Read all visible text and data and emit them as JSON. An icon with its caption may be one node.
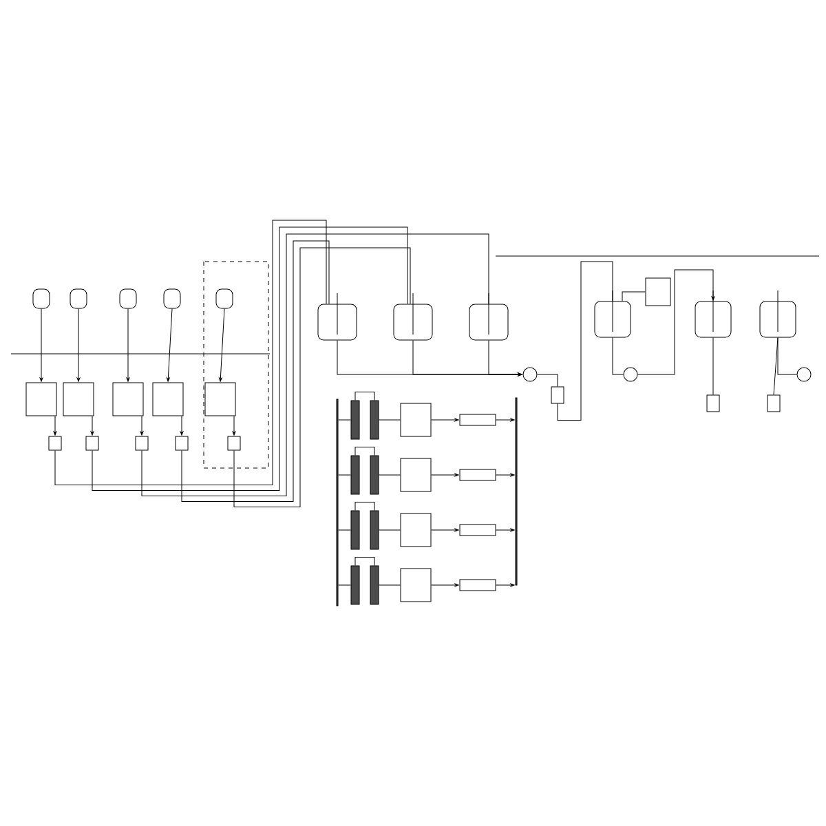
{
  "diagram": {
    "nodes": [
      {
        "text": [],
        "shape": "cylinder"
      },
      {
        "text": [],
        "shape": "cylinder"
      },
      {
        "text": [],
        "shape": "cylinder"
      },
      {
        "text": [],
        "shape": "cylinder"
      },
      {
        "text": [],
        "shape": "cylinder"
      },
      {
        "text": [],
        "shape": "box"
      },
      {
        "text": [],
        "shape": "box"
      },
      {
        "text": [],
        "shape": "box"
      },
      {
        "text": [],
        "shape": "box"
      },
      {
        "text": [],
        "shape": "box"
      },
      {
        "text": [],
        "shape": "box"
      },
      {
        "text": [],
        "shape": "box"
      },
      {
        "text": [],
        "shape": "box"
      },
      {
        "text": [],
        "shape": "box"
      },
      {
        "text": [],
        "shape": "box"
      },
      {
        "text": [],
        "shape": "cylinder"
      },
      {
        "text": [],
        "shape": "cylinder"
      },
      {
        "text": [],
        "shape": "cylinder"
      },
      {
        "text": [],
        "shape": "circle"
      },
      {
        "text": [],
        "shape": "box"
      },
      {
        "text": [],
        "shape": "cylinder"
      },
      {
        "text": [],
        "shape": "box"
      },
      {
        "text": [],
        "shape": "circle"
      },
      {
        "text": [],
        "shape": "cylinder"
      },
      {
        "text": [],
        "shape": "cylinder"
      },
      {
        "text": [],
        "shape": "circle"
      },
      {
        "text": [],
        "shape": "box"
      },
      {
        "text": [],
        "shape": "box"
      },
      {
        "text": [],
        "shape": "bar"
      },
      {
        "text": [],
        "shape": "bar"
      },
      {
        "text": [],
        "shape": "bar"
      },
      {
        "text": [],
        "shape": "bar"
      },
      {
        "text": [],
        "shape": "bar"
      },
      {
        "text": [],
        "shape": "bar"
      },
      {
        "text": [],
        "shape": "bar"
      },
      {
        "text": [],
        "shape": "bar"
      },
      {
        "text": [],
        "shape": "box"
      },
      {
        "text": [],
        "shape": "box"
      },
      {
        "text": [],
        "shape": "box"
      },
      {
        "text": [],
        "shape": "box"
      },
      {
        "text": [],
        "shape": "box"
      },
      {
        "text": [],
        "shape": "box"
      },
      {
        "text": [],
        "shape": "box"
      },
      {
        "text": [],
        "shape": "box"
      },
      {
        "text": [],
        "shape": "bar"
      },
      {
        "text": [],
        "shape": "bar"
      }
    ],
    "edges": [
      {
        "from": 0,
        "to": 5,
        "arrow": "to"
      },
      {
        "from": 1,
        "to": 6,
        "arrow": "to"
      },
      {
        "from": 2,
        "to": 7,
        "arrow": "to"
      },
      {
        "from": 3,
        "to": 8,
        "arrow": "to"
      },
      {
        "from": 4,
        "to": 9,
        "arrow": "to"
      },
      {
        "from": 5,
        "to": 10,
        "arrow": "to"
      },
      {
        "from": 6,
        "to": 11,
        "arrow": "to"
      },
      {
        "from": 7,
        "to": 12,
        "arrow": "to"
      },
      {
        "from": 8,
        "to": 13,
        "arrow": "to"
      },
      {
        "from": 9,
        "to": 14,
        "arrow": "to"
      },
      {
        "from": 10,
        "to": 15,
        "arrow": "none"
      },
      {
        "from": 11,
        "to": 16,
        "arrow": "none"
      },
      {
        "from": 12,
        "to": 17,
        "arrow": "none"
      },
      {
        "from": 13,
        "to": 15,
        "arrow": "none"
      },
      {
        "from": 14,
        "to": 16,
        "arrow": "none"
      },
      {
        "from": 15,
        "to": 18,
        "arrow": "to"
      },
      {
        "from": 16,
        "to": 18,
        "arrow": "to"
      },
      {
        "from": 17,
        "to": 18,
        "arrow": "to"
      },
      {
        "from": 18,
        "to": 19,
        "arrow": "none"
      },
      {
        "from": 19,
        "to": 20,
        "arrow": "none"
      },
      {
        "from": 21,
        "to": 20,
        "arrow": "none"
      },
      {
        "from": 20,
        "to": 22,
        "arrow": "none"
      },
      {
        "from": 22,
        "to": 23,
        "arrow": "to"
      },
      {
        "from": 23,
        "to": 26,
        "arrow": "none"
      },
      {
        "from": 24,
        "to": 27,
        "arrow": "none"
      },
      {
        "from": 24,
        "to": 25,
        "arrow": "none"
      },
      {
        "from": 28,
        "to": 29,
        "arrow": "none"
      },
      {
        "from": 29,
        "to": 36,
        "arrow": "none"
      },
      {
        "from": 36,
        "to": 40,
        "arrow": "to"
      },
      {
        "from": 30,
        "to": 31,
        "arrow": "none"
      },
      {
        "from": 31,
        "to": 37,
        "arrow": "none"
      },
      {
        "from": 37,
        "to": 41,
        "arrow": "to"
      },
      {
        "from": 32,
        "to": 33,
        "arrow": "none"
      },
      {
        "from": 33,
        "to": 38,
        "arrow": "none"
      },
      {
        "from": 38,
        "to": 42,
        "arrow": "to"
      },
      {
        "from": 34,
        "to": 35,
        "arrow": "none"
      },
      {
        "from": 35,
        "to": 39,
        "arrow": "none"
      },
      {
        "from": 39,
        "to": 43,
        "arrow": "to"
      },
      {
        "from": 44,
        "to": 28,
        "arrow": "none"
      },
      {
        "from": 44,
        "to": 30,
        "arrow": "none"
      },
      {
        "from": 44,
        "to": 32,
        "arrow": "none"
      },
      {
        "from": 44,
        "to": 34,
        "arrow": "none"
      },
      {
        "from": 40,
        "to": 45,
        "arrow": "to"
      },
      {
        "from": 41,
        "to": 45,
        "arrow": "to"
      },
      {
        "from": 42,
        "to": 45,
        "arrow": "to"
      },
      {
        "from": 43,
        "to": 45,
        "arrow": "to"
      }
    ]
  }
}
